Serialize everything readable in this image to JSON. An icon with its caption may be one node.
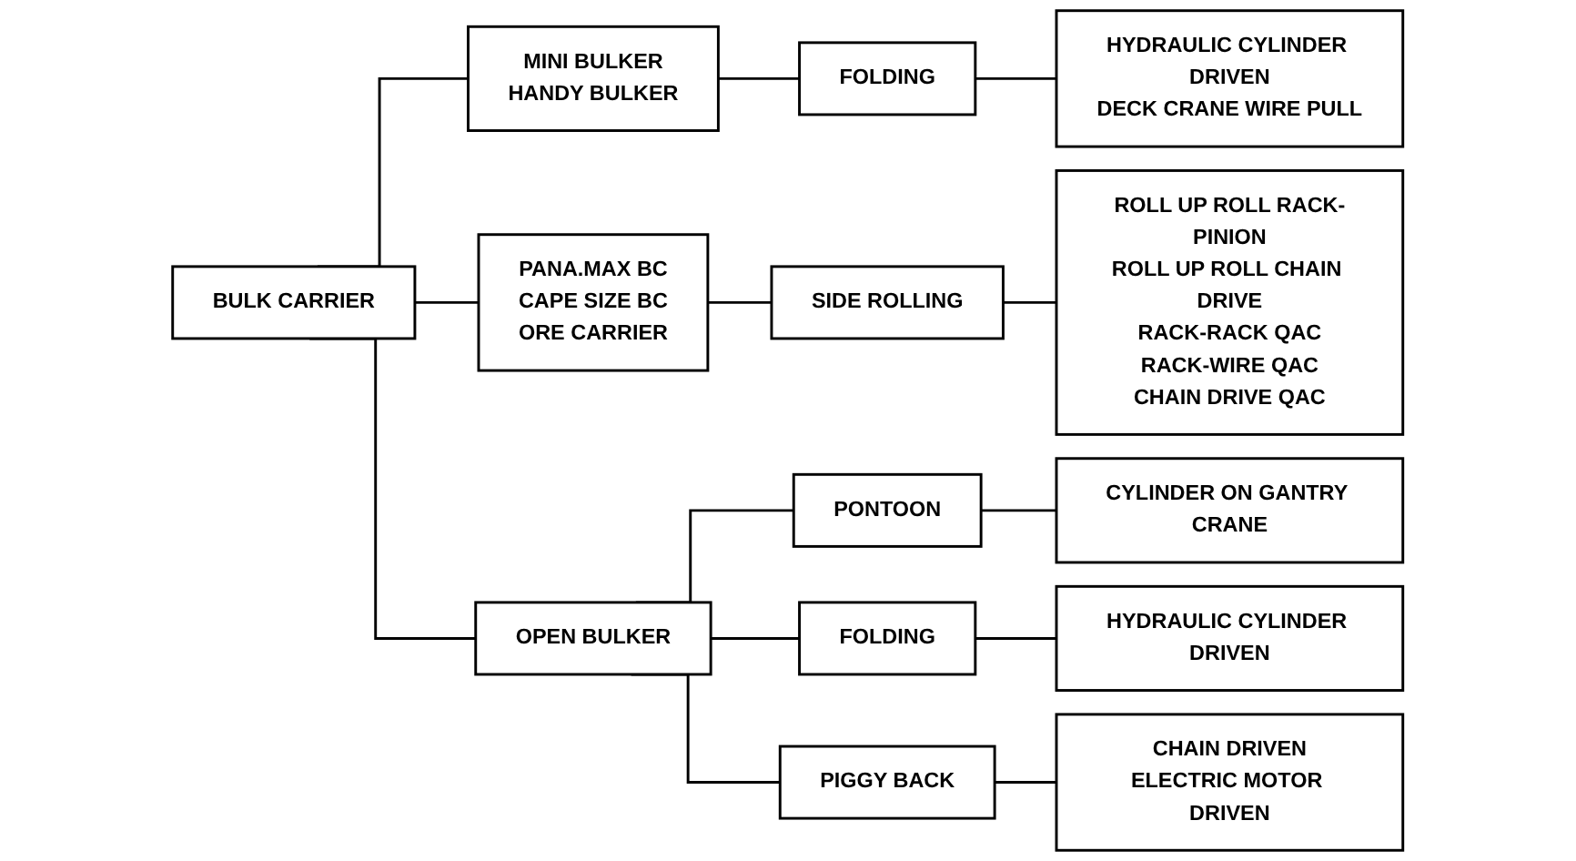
{
  "diagram": {
    "nodes": [
      {
        "text": [
          "BULK CARRIER"
        ]
      },
      {
        "text": [
          "MINI BULKER",
          "HANDY BULKER"
        ]
      },
      {
        "text": [
          "PANA.MAX BC",
          "CAPE SIZE BC",
          "ORE CARRIER"
        ]
      },
      {
        "text": [
          "OPEN BULKER"
        ]
      },
      {
        "text": [
          "FOLDING"
        ]
      },
      {
        "text": [
          "HYDRAULIC CYLINDER DRIVEN",
          "DECK CRANE WIRE PULL"
        ]
      },
      {
        "text": [
          "SIDE ROLLING"
        ]
      },
      {
        "text": [
          "ROLL UP ROLL RACK-PINION",
          "ROLL UP ROLL CHAIN DRIVE",
          "RACK-RACK QAC",
          "RACK-WIRE QAC",
          "CHAIN DRIVE QAC"
        ]
      },
      {
        "text": [
          "PONTOON"
        ]
      },
      {
        "text": [
          "CYLINDER ON GANTRY CRANE"
        ]
      },
      {
        "text": [
          "FOLDING"
        ]
      },
      {
        "text": [
          "HYDRAULIC CYLINDER DRIVEN"
        ]
      },
      {
        "text": [
          "PIGGY BACK"
        ]
      },
      {
        "text": [
          "CHAIN DRIVEN",
          "ELECTRIC MOTOR DRIVEN"
        ]
      }
    ],
    "edges": [
      {
        "from": 0,
        "to": 1,
        "arrow": "none"
      },
      {
        "from": 0,
        "to": 2,
        "arrow": "none"
      },
      {
        "from": 0,
        "to": 3,
        "arrow": "none"
      },
      {
        "from": 1,
        "to": 4,
        "arrow": "none"
      },
      {
        "from": 4,
        "to": 5,
        "arrow": "none"
      },
      {
        "from": 2,
        "to": 6,
        "arrow": "none"
      },
      {
        "from": 6,
        "to": 7,
        "arrow": "none"
      },
      {
        "from": 3,
        "to": 8,
        "arrow": "none"
      },
      {
        "from": 3,
        "to": 10,
        "arrow": "none"
      },
      {
        "from": 3,
        "to": 12,
        "arrow": "none"
      },
      {
        "from": 8,
        "to": 9,
        "arrow": "none"
      },
      {
        "from": 10,
        "to": 11,
        "arrow": "none"
      },
      {
        "from": 12,
        "to": 13,
        "arrow": "none"
      }
    ]
  }
}
